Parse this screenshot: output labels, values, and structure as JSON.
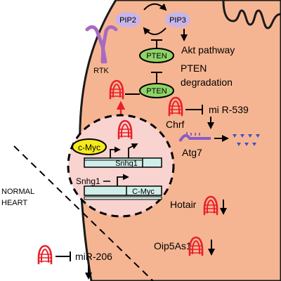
{
  "labels": {
    "pip2": "PIP2",
    "pip3": "PIP3",
    "akt": "Akt pathway",
    "pten1": "PTEN",
    "pten2": "PTEN",
    "pten_deg_1": "PTEN",
    "pten_deg_2": "degradation",
    "rtk": "RTK",
    "chrf": "Chrf",
    "mir539": "mi R-539",
    "atg7": "Atg7",
    "cmyc_oval": "c-Myc",
    "snhg1_gene": "Snhg1",
    "snhg1_label": "Snhg1",
    "cmyc_gene": "C-Myc",
    "hotair": "Hotair",
    "oip5": "Oip5As1",
    "normal_1": "NORMAL",
    "normal_2": "HEART",
    "mir206": "miR-206"
  },
  "colors": {
    "cell": "#f6b592",
    "cell_stroke": "#1a1a1a",
    "nucleus": "#f9d3cf",
    "gene_box": "#cfeee9",
    "pip": "#c7b5ea",
    "pten": "#8fd466",
    "cmyc": "#f5eb1a",
    "rna": "#e8202a",
    "receptor": "#a76bc2",
    "atg_rna": "#8a5cc4",
    "atg_protein": "#3f51c8"
  },
  "icons": {
    "rna": "hairpin-rna-icon",
    "receptor": "rtk-receptor-icon",
    "protein": "degraded-protein-icon"
  }
}
